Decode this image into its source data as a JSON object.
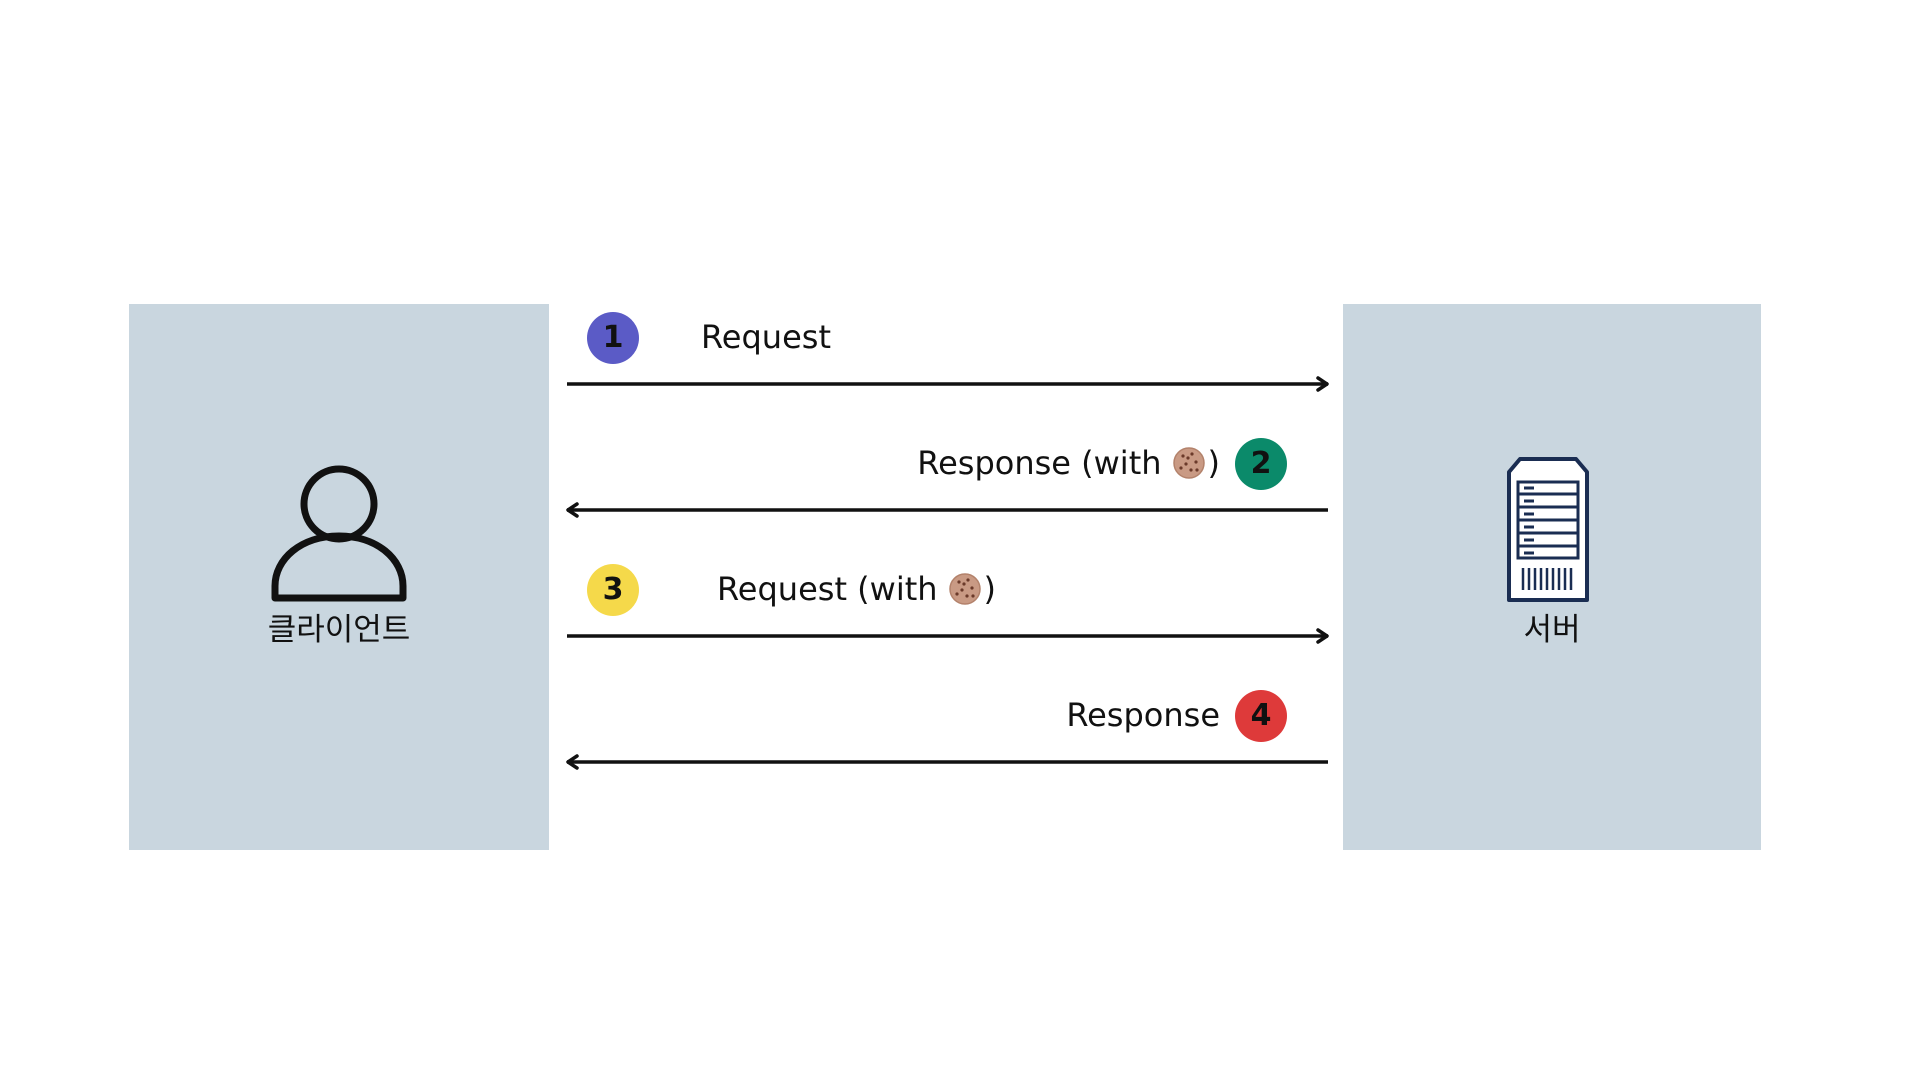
{
  "client": {
    "label": "클라이언트"
  },
  "server": {
    "label": "서버"
  },
  "flows": [
    {
      "step": "1",
      "text": "Request",
      "cookie": false,
      "direction": "to-server",
      "badge_color": "#5b5bc6"
    },
    {
      "step": "2",
      "text": "Response (with",
      "cookie": true,
      "close": ")",
      "direction": "to-client",
      "badge_color": "#0b8a6a"
    },
    {
      "step": "3",
      "text": "Request (with",
      "cookie": true,
      "close": ")",
      "direction": "to-server",
      "badge_color": "#f5d94a"
    },
    {
      "step": "4",
      "text": "Response",
      "cookie": false,
      "direction": "to-client",
      "badge_color": "#de3a3a"
    }
  ],
  "icons": {
    "client": "person-icon",
    "server": "server-icon",
    "cookie": "cookie-icon"
  },
  "colors": {
    "panel": "#c9d6df",
    "arrow": "#111111"
  }
}
